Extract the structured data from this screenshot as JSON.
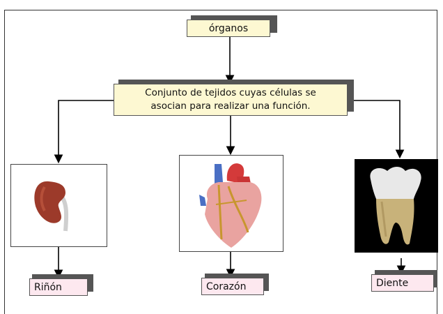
{
  "diagram": {
    "root": {
      "label": "órganos"
    },
    "definition": {
      "line1": "Conjunto de tejidos cuyas células se",
      "line2": "asocian para realizar una función."
    },
    "organs": [
      {
        "label": "Riñón",
        "icon": "kidney-image"
      },
      {
        "label": "Corazón",
        "icon": "heart-image"
      },
      {
        "label": "Diente",
        "icon": "tooth-image"
      }
    ]
  },
  "colors": {
    "box_fill": "#fdf8d2",
    "label_fill": "#fde8ef",
    "shadow": "#555555"
  }
}
